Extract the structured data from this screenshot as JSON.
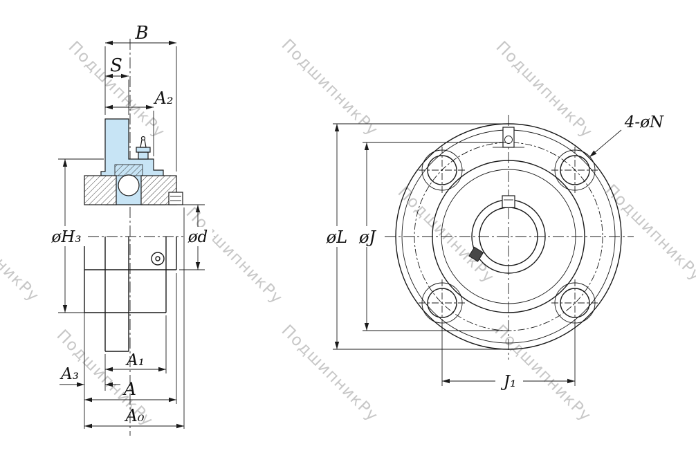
{
  "watermark": {
    "text": "ПодшипникРу"
  },
  "side_view": {
    "labels": {
      "b": "B",
      "s": "S",
      "a2": "A₂",
      "h3": "øH₃",
      "d": "ød",
      "a1": "A₁",
      "a3": "A₃",
      "a": "A",
      "a0": "A₀"
    }
  },
  "front_view": {
    "labels": {
      "n": "4-øN",
      "l": "øL",
      "j": "øJ",
      "j1": "J₁"
    }
  },
  "colors": {
    "section_fill": "#c7e4f5",
    "line": "#1a1a1a",
    "watermark": "#7a7a7a"
  }
}
